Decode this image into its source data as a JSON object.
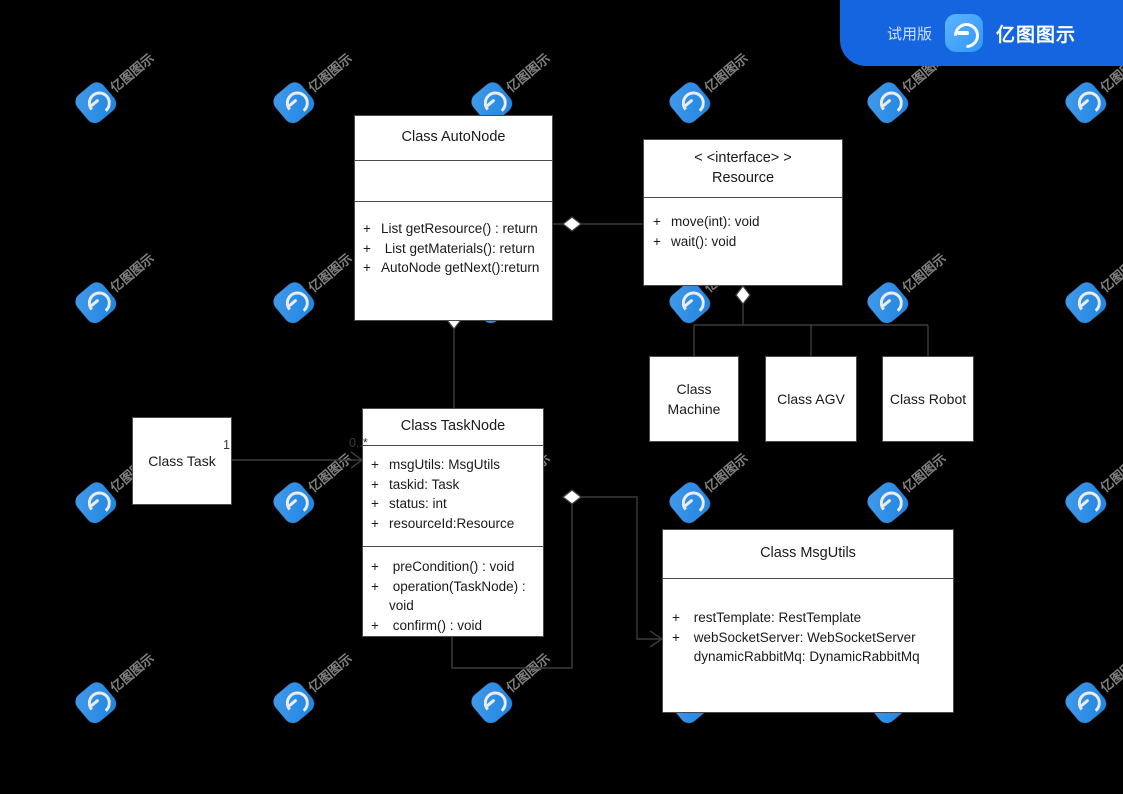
{
  "banner": {
    "trial_label": "试用版",
    "brand_name": "亿图图示",
    "logo_icon": "edraw-logo-icon",
    "accent_color": "#1565e0"
  },
  "watermark": {
    "text": "亿图图示",
    "logo_icon": "edraw-watermark-logo-icon",
    "color": "#8d8d8d"
  },
  "canvas": {
    "background_color": "#000000",
    "node_fill": "#ffffff",
    "node_stroke": "#4a4a4a"
  },
  "diagram": {
    "type": "uml-class-diagram",
    "nodes": [
      {
        "id": "autonode",
        "name": "Class AutoNode",
        "stereotype": "",
        "attributes": [],
        "operations": [
          {
            "visibility": "+",
            "text": "List getResource() : return"
          },
          {
            "visibility": "+",
            "text": " List getMaterials(): return"
          },
          {
            "visibility": "+",
            "text": "AutoNode getNext():return"
          }
        ]
      },
      {
        "id": "resource",
        "stereotype": "< <interface> >",
        "name": "Resource",
        "operations": [
          {
            "visibility": "+",
            "text": "move(int): void"
          },
          {
            "visibility": "+",
            "text": "wait(): void"
          }
        ]
      },
      {
        "id": "machine",
        "name": "Class\nMachine"
      },
      {
        "id": "agv",
        "name": "Class AGV"
      },
      {
        "id": "robot",
        "name": "Class Robot"
      },
      {
        "id": "task",
        "name": "Class Task"
      },
      {
        "id": "tasknode",
        "name": "Class TaskNode",
        "attributes": [
          {
            "visibility": "+",
            "text": "msgUtils: MsgUtils"
          },
          {
            "visibility": "+",
            "text": "taskid: Task"
          },
          {
            "visibility": "+",
            "text": "status: int"
          },
          {
            "visibility": "+",
            "text": "resourceId:Resource"
          }
        ],
        "operations": [
          {
            "visibility": "+",
            "text": " preCondition() : void"
          },
          {
            "visibility": "+",
            "text": " operation(TaskNode) : void"
          },
          {
            "visibility": "+",
            "text": " confirm() : void"
          }
        ]
      },
      {
        "id": "msgutils",
        "name": "Class MsgUtils",
        "attributes": [
          {
            "visibility": "+",
            "text": " restTemplate: RestTemplate"
          },
          {
            "visibility": "+",
            "text": " webSocketServer: WebSocketServer"
          },
          {
            "visibility": "",
            "text": " dynamicRabbitMq: DynamicRabbitMq"
          }
        ]
      }
    ],
    "edge_labels": {
      "task_multiplicity": "1",
      "tasknode_multiplicity": "0..*"
    },
    "edges": [
      {
        "from": "autonode",
        "to": "resource",
        "kind": "aggregation"
      },
      {
        "from": "autonode",
        "to": "tasknode",
        "kind": "aggregation"
      },
      {
        "from": "resource",
        "to": "machine",
        "kind": "aggregation-tree"
      },
      {
        "from": "resource",
        "to": "agv",
        "kind": "aggregation-tree"
      },
      {
        "from": "resource",
        "to": "robot",
        "kind": "aggregation-tree"
      },
      {
        "from": "task",
        "to": "tasknode",
        "kind": "association"
      },
      {
        "from": "tasknode",
        "to": "msgutils",
        "kind": "aggregation-directed"
      },
      {
        "from": "tasknode",
        "to": "tasknode",
        "kind": "self-loop"
      }
    ]
  }
}
